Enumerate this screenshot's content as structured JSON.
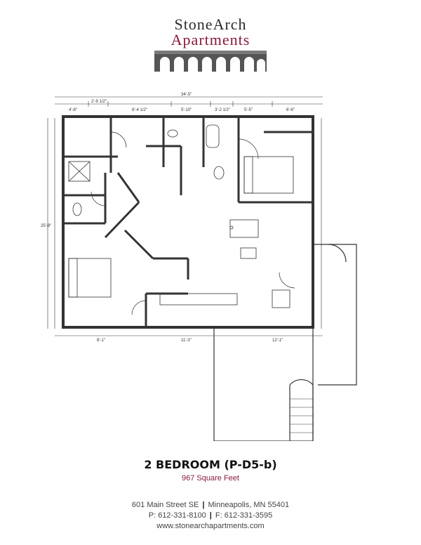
{
  "brand": {
    "line1": "StoneArch",
    "line2": "Apartments",
    "brand_color": "#8a1a3a"
  },
  "plan": {
    "title": "2 BEDROOM (P-D5-b)",
    "area": "967 Square Feet",
    "dimensions": {
      "overall_width": "34'-5\"",
      "overall_depth": "25'-8\"",
      "top_left": "4'-8\"",
      "top_2": "2'-9 1/2\"",
      "top_3": "8'-4 1/2\"",
      "top_4": "5'-10\"",
      "top_5": "3'-2 1/2\"",
      "top_6": "5'-5\"",
      "top_7": "6'-6\"",
      "bottom_1": "8'-1\"",
      "bottom_2": "11'-3\"",
      "bottom_3": "12'-1\""
    }
  },
  "contact": {
    "address": "601 Main Street SE",
    "city": "Minneapolis, MN 55401",
    "phone": "P: 612-331-8100",
    "fax": "F: 612-331-3595",
    "website": "www.stonearchapartments.com",
    "separator": "|"
  }
}
